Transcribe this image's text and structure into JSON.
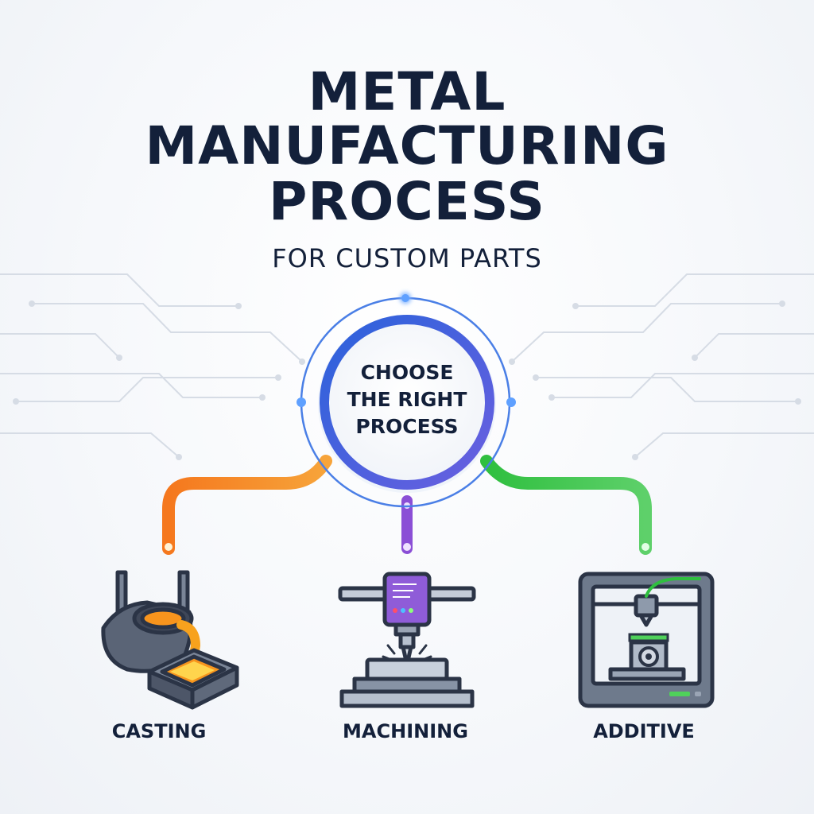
{
  "title": {
    "line1": "METAL",
    "line2": "MANUFACTURING",
    "line3": "PROCESS",
    "subtitle": "FOR CUSTOM PARTS"
  },
  "hub": {
    "line1": "CHOOSE",
    "line2": "THE RIGHT",
    "line3": "PROCESS"
  },
  "processes": [
    {
      "label": "CASTING",
      "icon": "casting-ladle-icon",
      "color": "#f57c1f"
    },
    {
      "label": "MACHINING",
      "icon": "cnc-mill-icon",
      "color": "#8b4fd6"
    },
    {
      "label": "ADDITIVE",
      "icon": "3d-printer-icon",
      "color": "#3fbf4a"
    }
  ],
  "colors": {
    "dark": "#13203a",
    "hub_ring": "#2f6fe0",
    "circuit": "#d3d9e3"
  }
}
